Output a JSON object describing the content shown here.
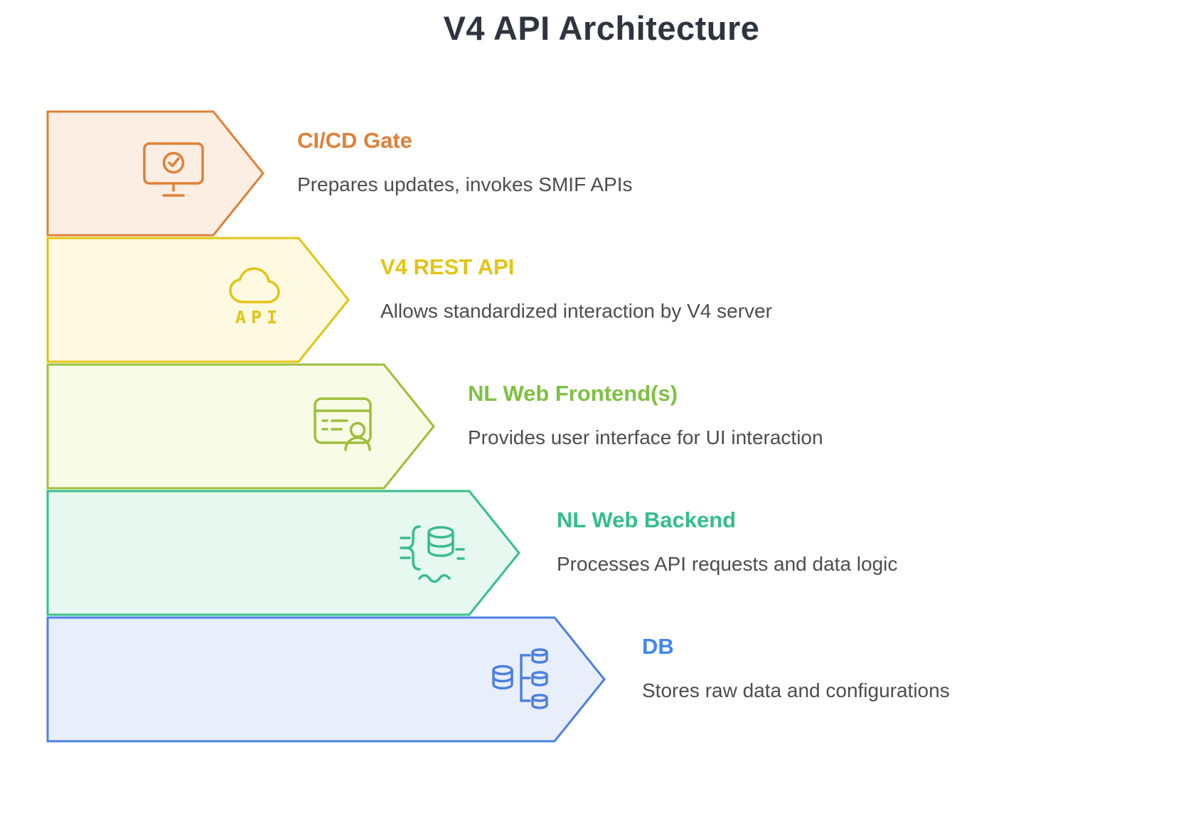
{
  "title": "V4 API Architecture",
  "steps": [
    {
      "title": "CI/CD Gate",
      "description": "Prepares updates, invokes SMIF APIs",
      "icon": "monitor-check-icon",
      "accent_color": "#e08038",
      "fill_color": "#fceee2"
    },
    {
      "title": "V4 REST API",
      "description": "Allows standardized interaction by V4 server",
      "icon": "cloud-api-icon",
      "icon_label": "API",
      "accent_color": "#e3c414",
      "fill_color": "#fdfae1"
    },
    {
      "title": "NL Web Frontend(s)",
      "description": "Provides user interface for UI interaction",
      "icon": "browser-user-icon",
      "accent_color": "#9dbf3a",
      "title_color": "#7dc142",
      "fill_color": "#f8fbe6"
    },
    {
      "title": "NL Web Backend",
      "description": "Processes API requests and data logic",
      "icon": "database-brace-icon",
      "accent_color": "#36be8c",
      "fill_color": "#e7f8f0"
    },
    {
      "title": "DB",
      "description": "Stores raw data and configurations",
      "icon": "database-tree-icon",
      "accent_color": "#4c80e1",
      "title_color": "#4285f4",
      "fill_color": "#e9eefb"
    }
  ]
}
